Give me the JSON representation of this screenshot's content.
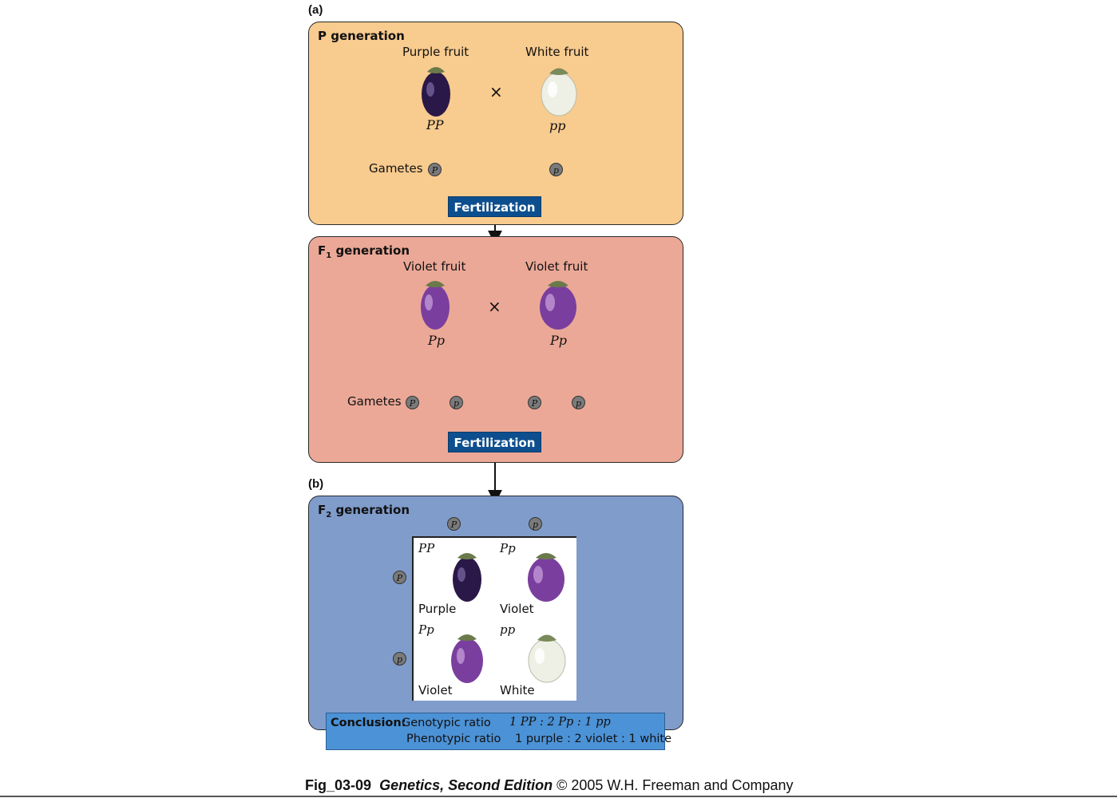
{
  "figure": {
    "part_a_label": "(a)",
    "part_b_label": "(b)",
    "caption": {
      "fig_id": "Fig_03-09",
      "book_title": "Genetics, Second Edition",
      "copyright": "© 2005 W.H. Freeman and Company"
    }
  },
  "p_generation": {
    "title": "P generation",
    "parent_left": {
      "label": "Purple fruit",
      "genotype": "PP",
      "color": "#2a1848"
    },
    "parent_right": {
      "label": "White fruit",
      "genotype": "pp",
      "color": "#eef0e6"
    },
    "cross_symbol": "×",
    "gametes_label": "Gametes",
    "gamete_left": "P",
    "gamete_right": "p",
    "fertilization_label": "Fertilization",
    "panel_color": "#f8cb8e"
  },
  "f1_generation": {
    "title_main": "F",
    "title_sub": "1",
    "title_rest": " generation",
    "parent_left": {
      "label": "Violet fruit",
      "genotype": "Pp",
      "color": "#7a3f9e"
    },
    "parent_right": {
      "label": "Violet fruit",
      "genotype": "Pp",
      "color": "#7a3f9e"
    },
    "cross_symbol": "×",
    "gametes_label": "Gametes",
    "gametes": [
      "P",
      "p",
      "P",
      "p"
    ],
    "fertilization_label": "Fertilization",
    "panel_color": "#eba897"
  },
  "f2_generation": {
    "title_main": "F",
    "title_sub": "2",
    "title_rest": " generation",
    "top_gametes": [
      "P",
      "p"
    ],
    "side_gametes": [
      "P",
      "p"
    ],
    "cells": [
      {
        "genotype": "PP",
        "phenotype": "Purple",
        "color": "#2a1848"
      },
      {
        "genotype": "Pp",
        "phenotype": "Violet",
        "color": "#7a3f9e"
      },
      {
        "genotype": "Pp",
        "phenotype": "Violet",
        "color": "#7a3f9e"
      },
      {
        "genotype": "pp",
        "phenotype": "White",
        "color": "#eef0e6"
      }
    ],
    "panel_color": "#7f9ccb"
  },
  "conclusion": {
    "label": "Conclusion:",
    "genotypic_label": "Genotypic ratio",
    "genotypic_value": "1 PP : 2 Pp : 1 pp",
    "phenotypic_label": "Phenotypic ratio",
    "phenotypic_value": "1 purple : 2 violet : 1 white"
  }
}
